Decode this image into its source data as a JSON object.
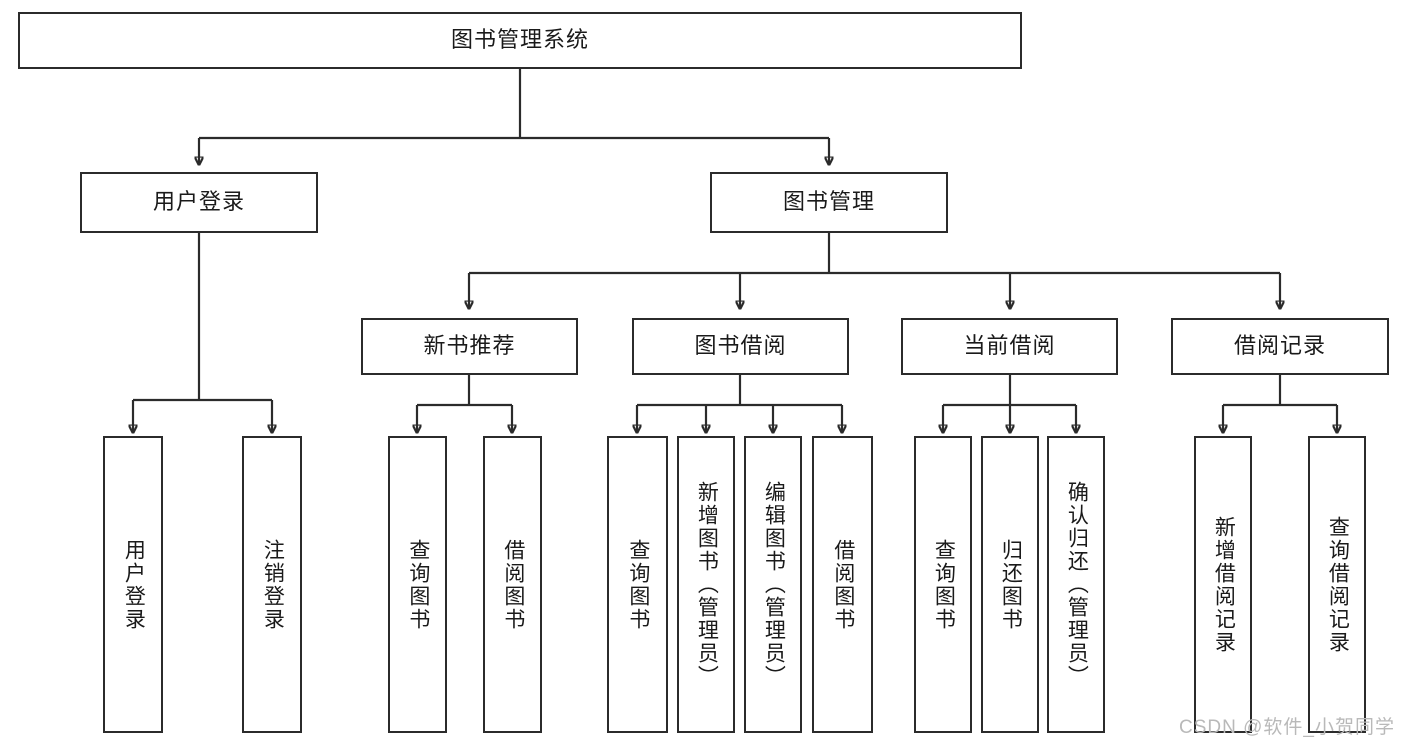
{
  "diagram": {
    "type": "tree-hierarchy",
    "title": "图书管理系统",
    "watermark": "CSDN @软件_小贺同学",
    "colors": {
      "box_border": "#2b2b2b",
      "box_fill": "#ffffff",
      "text": "#1a1a1a",
      "link": "#2b2b2b",
      "watermark": "#b9b9b9",
      "background": "#ffffff"
    },
    "levels": {
      "root": {
        "label": "图书管理系统"
      },
      "level2": [
        {
          "label": "用户登录"
        },
        {
          "label": "图书管理"
        }
      ],
      "level3": [
        {
          "label": "新书推荐"
        },
        {
          "label": "图书借阅"
        },
        {
          "label": "当前借阅"
        },
        {
          "label": "借阅记录"
        }
      ],
      "leaves": {
        "user_login": [
          {
            "label": "用户登录"
          },
          {
            "label": "注销登录"
          }
        ],
        "new_book_recommend": [
          {
            "label": "查询图书"
          },
          {
            "label": "借阅图书"
          }
        ],
        "book_borrow": [
          {
            "label": "查询图书"
          },
          {
            "label": "新增图书（管理员）"
          },
          {
            "label": "编辑图书（管理员）"
          },
          {
            "label": "借阅图书"
          }
        ],
        "current_borrow": [
          {
            "label": "查询图书"
          },
          {
            "label": "归还图书"
          },
          {
            "label": "确认归还（管理员）"
          }
        ],
        "borrow_record": [
          {
            "label": "新增借阅记录"
          },
          {
            "label": "查询借阅记录"
          }
        ]
      }
    }
  }
}
